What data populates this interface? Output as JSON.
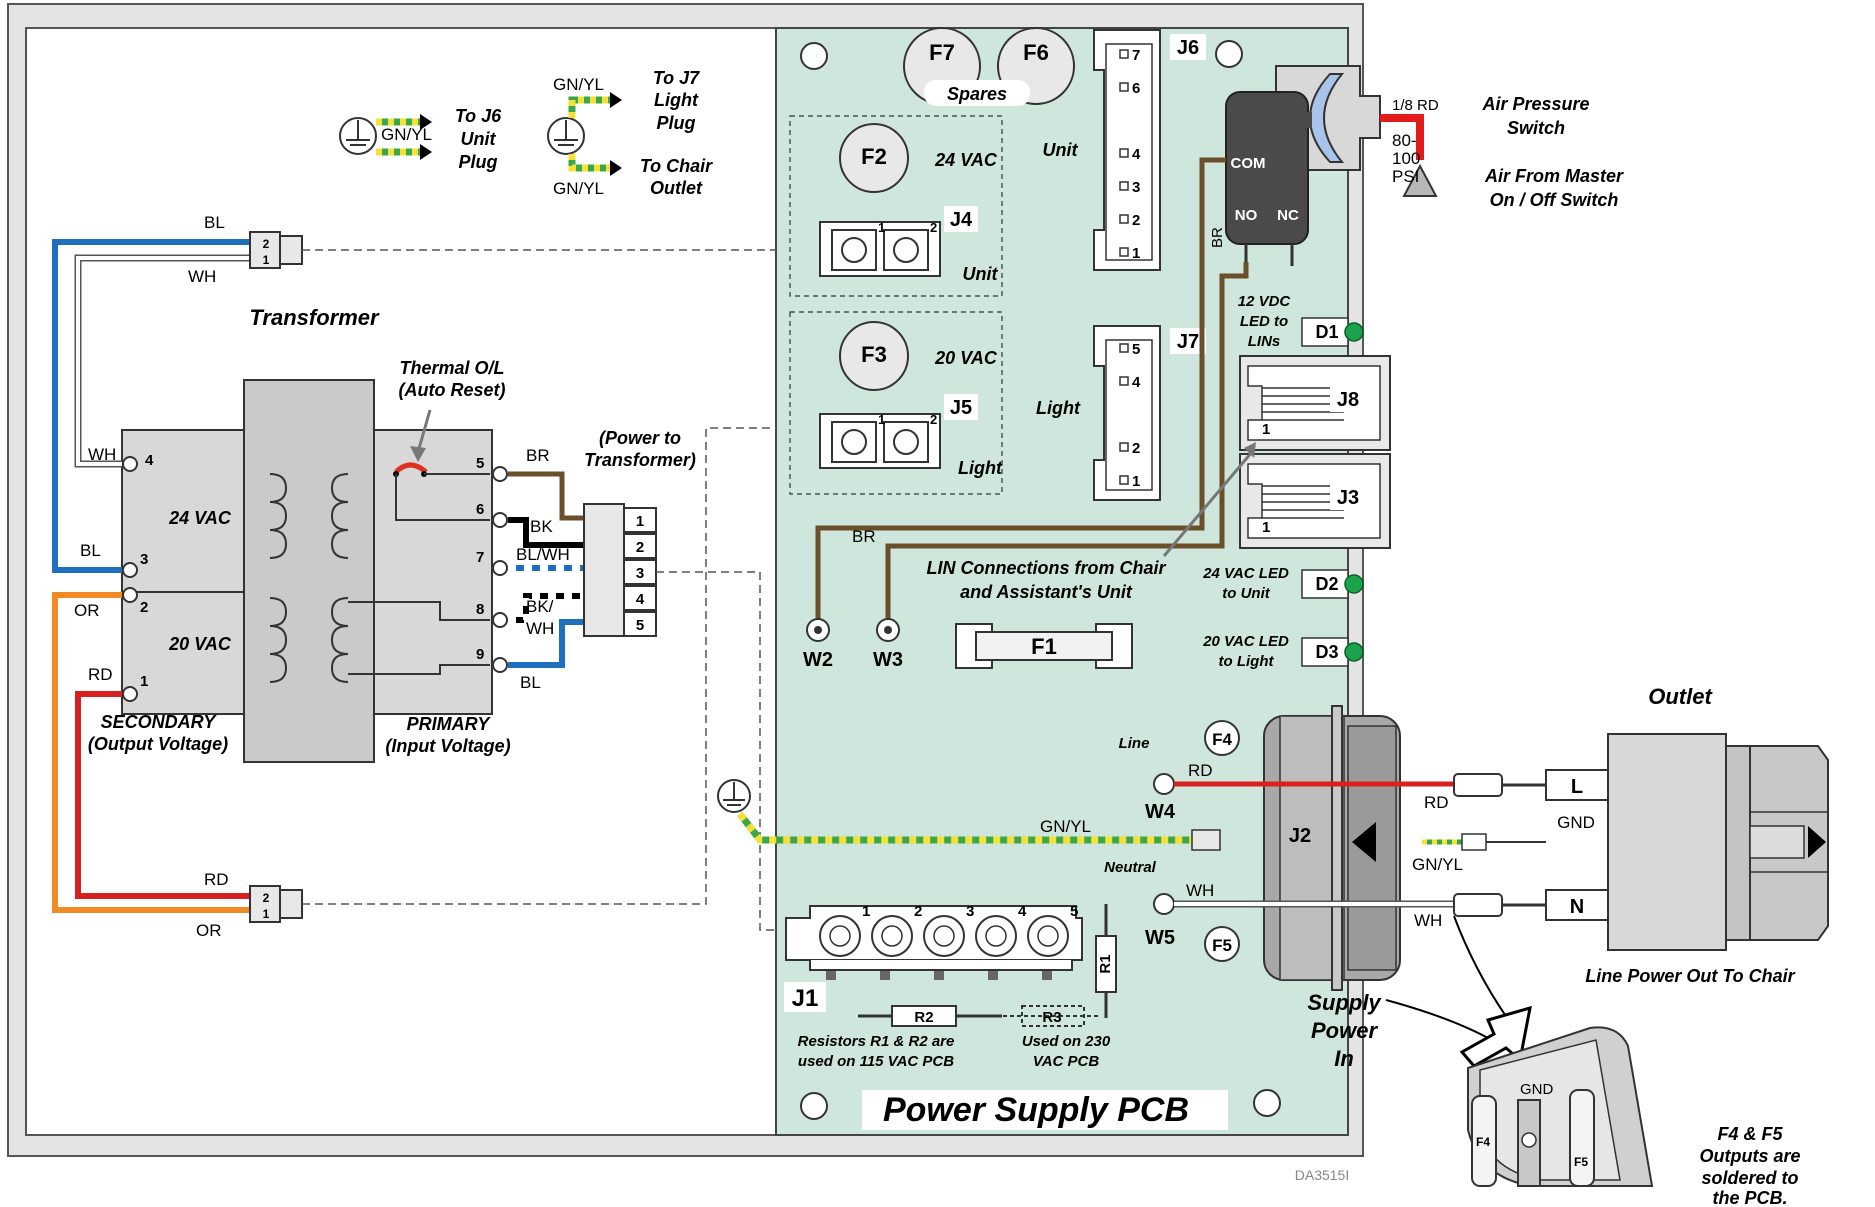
{
  "title": "Power Supply PCB",
  "figure_id": "DA3515I",
  "colors": {
    "pcb": "#cfe6dc",
    "blue_wire": "#1f6fbf",
    "orange_wire": "#f08a24",
    "red_wire": "#d82020",
    "brown_wire": "#6b4f2a",
    "green_yellow": "#3aa84a",
    "led_green": "#1aa34a",
    "transformer_gray": "#d8d8d8"
  },
  "ground_notes": {
    "j6": {
      "wire": "GN/YL",
      "label_lines": [
        "To J6",
        "Unit",
        "Plug"
      ]
    },
    "j7": {
      "wire_top": "GN/YL",
      "wire_bottom": "GN/YL",
      "label_top": [
        "To J7",
        "Light",
        "Plug"
      ],
      "label_bottom": [
        "To Chair",
        "Outlet"
      ]
    }
  },
  "transformer": {
    "title": "Transformer",
    "thermal_lines": [
      "Thermal O/L",
      "(Auto Reset)"
    ],
    "power_lines": [
      "(Power to",
      "Transformer)"
    ],
    "sec_24": "24 VAC",
    "sec_20": "20 VAC",
    "secondary_lines": [
      "SECONDARY",
      "(Output Voltage)"
    ],
    "primary_lines": [
      "PRIMARY",
      "(Input Voltage)"
    ],
    "sec_pins": [
      "4",
      "3",
      "2",
      "1"
    ],
    "pri_pins": [
      "5",
      "6",
      "7",
      "8",
      "9"
    ],
    "sec_wires": {
      "wh": "WH",
      "bl": "BL",
      "or": "OR",
      "rd": "RD"
    },
    "pri_wires": {
      "br": "BR",
      "bk": "BK",
      "blwh": "BL/WH",
      "bkwh1": "BK/",
      "bkwh2": "WH",
      "bl": "BL"
    },
    "plug_pins": [
      "1",
      "2",
      "3",
      "4",
      "5"
    ]
  },
  "top_connector": {
    "top": "BL",
    "bottom": "WH",
    "pins": [
      "2",
      "1"
    ]
  },
  "bottom_connector": {
    "top": "RD",
    "bottom": "OR",
    "pins": [
      "2",
      "1"
    ]
  },
  "pcb": {
    "fuses": {
      "f7": "F7",
      "f6": "F6",
      "spares": "Spares",
      "f2": "F2",
      "f3": "F3",
      "f1": "F1",
      "f4": "F4",
      "f5": "F5"
    },
    "j4": {
      "name": "J4",
      "voltage": "24 VAC",
      "label": "Unit",
      "pins": [
        "1",
        "2"
      ]
    },
    "j5": {
      "name": "J5",
      "voltage": "20 VAC",
      "label": "Light",
      "pins": [
        "1",
        "2"
      ]
    },
    "j6": {
      "name": "J6",
      "label": "Unit",
      "pins": [
        "7",
        "6",
        "4",
        "3",
        "2",
        "1"
      ]
    },
    "j7": {
      "name": "J7",
      "label": "Light",
      "pins": [
        "5",
        "4",
        "2",
        "1"
      ]
    },
    "j8": {
      "name": "J8",
      "pin": "1"
    },
    "j3": {
      "name": "J3",
      "pin": "1"
    },
    "j2": {
      "name": "J2"
    },
    "j1": {
      "name": "J1",
      "pins": [
        "1",
        "2",
        "3",
        "4",
        "5"
      ]
    },
    "switch": {
      "com": "COM",
      "no": "NO",
      "nc": "NC",
      "br": "BR"
    },
    "leds": {
      "d1": {
        "name": "D1",
        "lines": [
          "12 VDC",
          "LED to",
          "LINs"
        ]
      },
      "d2": {
        "name": "D2",
        "lines": [
          "24 VAC LED",
          "to Unit"
        ]
      },
      "d3": {
        "name": "D3",
        "lines": [
          "20 VAC LED",
          "to Light"
        ]
      }
    },
    "lin_lines": [
      "LIN Connections from Chair",
      "and Assistant's Unit"
    ],
    "terminals": {
      "w2": "W2",
      "w3": "W3",
      "w4": "W4",
      "w5": "W5",
      "br": "BR"
    },
    "line": "Line",
    "neutral": "Neutral",
    "w4_wire": "RD",
    "w5_wire": "WH",
    "gnd_wire": "GN/YL",
    "r1": "R1",
    "r2": "R2",
    "r3": "R3",
    "r12_note": [
      "Resistors R1 & R2 are",
      "used on 115 VAC PCB"
    ],
    "r3_note": [
      "Used on 230",
      "VAC PCB"
    ]
  },
  "air": {
    "tube": "1/8 RD",
    "psi_lines": [
      "80-",
      "100",
      "PSI"
    ],
    "switch_lines": [
      "Air Pressure",
      "Switch"
    ],
    "master_lines": [
      "Air From Master",
      "On / Off Switch"
    ]
  },
  "outlet": {
    "title": "Outlet",
    "L": "L",
    "N": "N",
    "gnd": "GND",
    "rd": "RD",
    "gnyl": "GN/YL",
    "wh": "WH",
    "caption": "Line Power Out To Chair"
  },
  "supply_lines": [
    "Supply",
    "Power",
    "In"
  ],
  "detail": {
    "gnd": "GND",
    "f4": "F4",
    "f5": "F5",
    "note_lines": [
      "F4 & F5",
      "Outputs are",
      "soldered to",
      "the PCB."
    ]
  }
}
